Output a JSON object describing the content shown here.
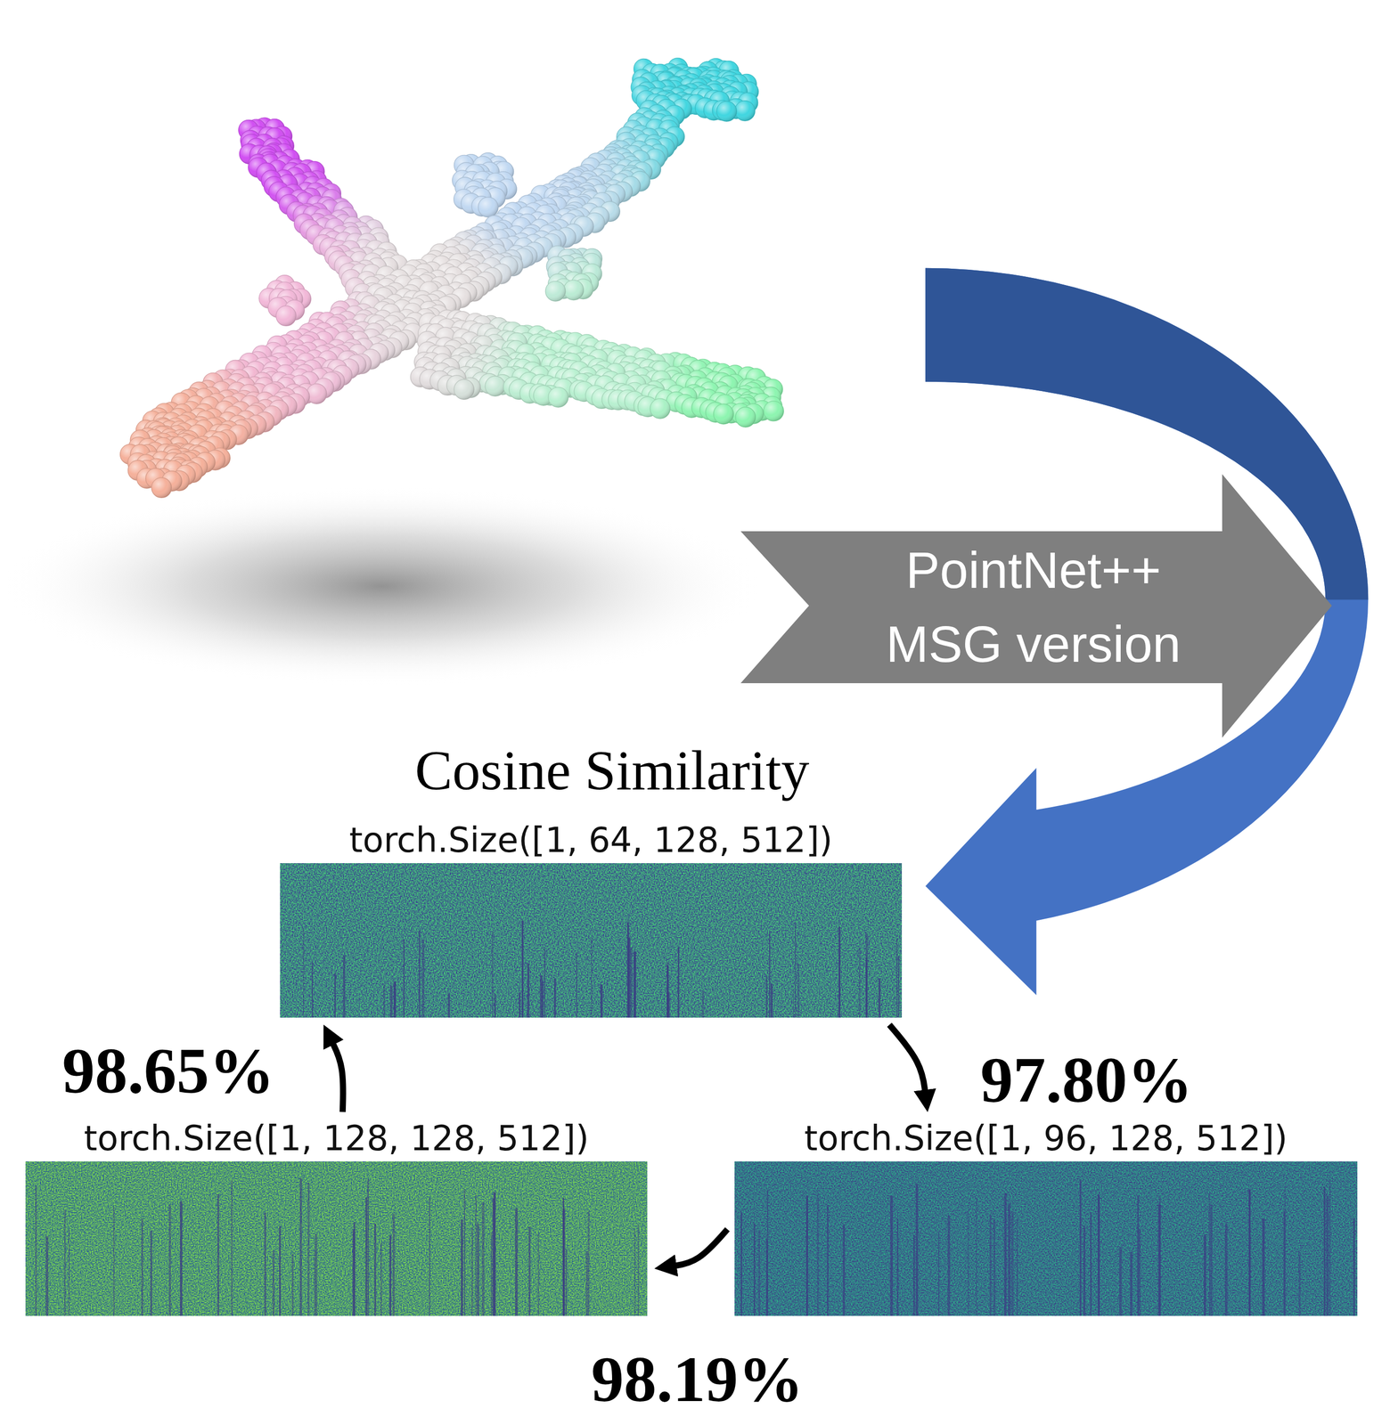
{
  "diagram": {
    "title": "Cosine Similarity",
    "nodes": [
      {
        "text": [
          "PointNet++ MSG version"
        ]
      },
      {
        "text": [
          "torch.Size([1, 64, 128, 512])"
        ]
      },
      {
        "text": [
          "torch.Size([1, 96, 128, 512])"
        ]
      },
      {
        "text": [
          "torch.Size([1, 128, 128, 512])"
        ]
      }
    ],
    "edges": [
      {
        "from": 1,
        "to": 2,
        "label": "97.80%",
        "arrow": "to"
      },
      {
        "from": 2,
        "to": 3,
        "label": "98.19%",
        "arrow": "to"
      },
      {
        "from": 3,
        "to": 1,
        "label": "98.65%",
        "arrow": "to"
      }
    ]
  }
}
